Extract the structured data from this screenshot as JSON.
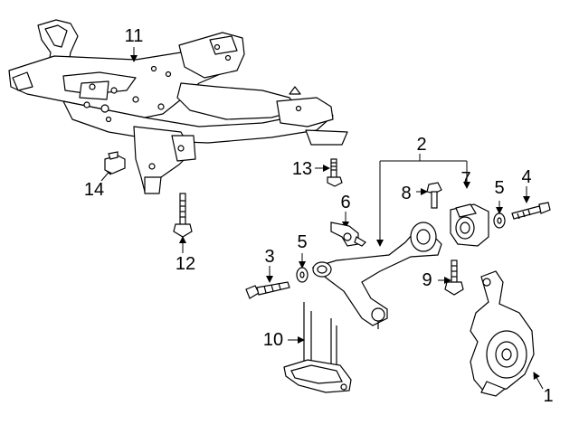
{
  "callouts": {
    "c1": "1",
    "c2": "2",
    "c3": "3",
    "c4": "4",
    "c5a": "5",
    "c5b": "5",
    "c6": "6",
    "c7": "7",
    "c8": "8",
    "c9": "9",
    "c10": "10",
    "c11": "11",
    "c12": "12",
    "c13": "13",
    "c14": "14"
  },
  "colors": {
    "stroke": "#000000",
    "fill": "#ffffff",
    "accent": "#000000"
  }
}
